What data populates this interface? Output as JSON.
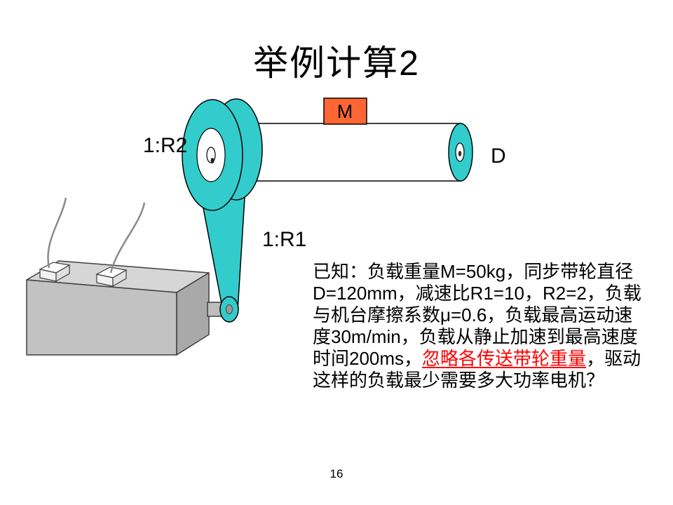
{
  "slide": {
    "title": "举例计算2",
    "page_number": "16"
  },
  "diagram": {
    "labels": {
      "ratio2": "1:R2",
      "ratio1": "1:R1",
      "load": "M",
      "diameter": "D"
    },
    "colors": {
      "belt_cyan": "#33CCCC",
      "load_orange": "#FF6633",
      "motor_gray": "#C2C2C2"
    }
  },
  "problem": {
    "segments": [
      {
        "text": "已知：负载重量M=50kg，同步带轮直径D=120mm，减速比R1=10，R2=2，负载与机台摩擦系数μ=0.6，负载最高运动速度30m/min，负载从静止加速到最高速度时间200ms，",
        "style": "normal"
      },
      {
        "text": "忽略各传送带轮重量",
        "style": "red-underline"
      },
      {
        "text": "，驱动这样的负载最少需要多大功率电机？",
        "style": "normal"
      }
    ]
  }
}
